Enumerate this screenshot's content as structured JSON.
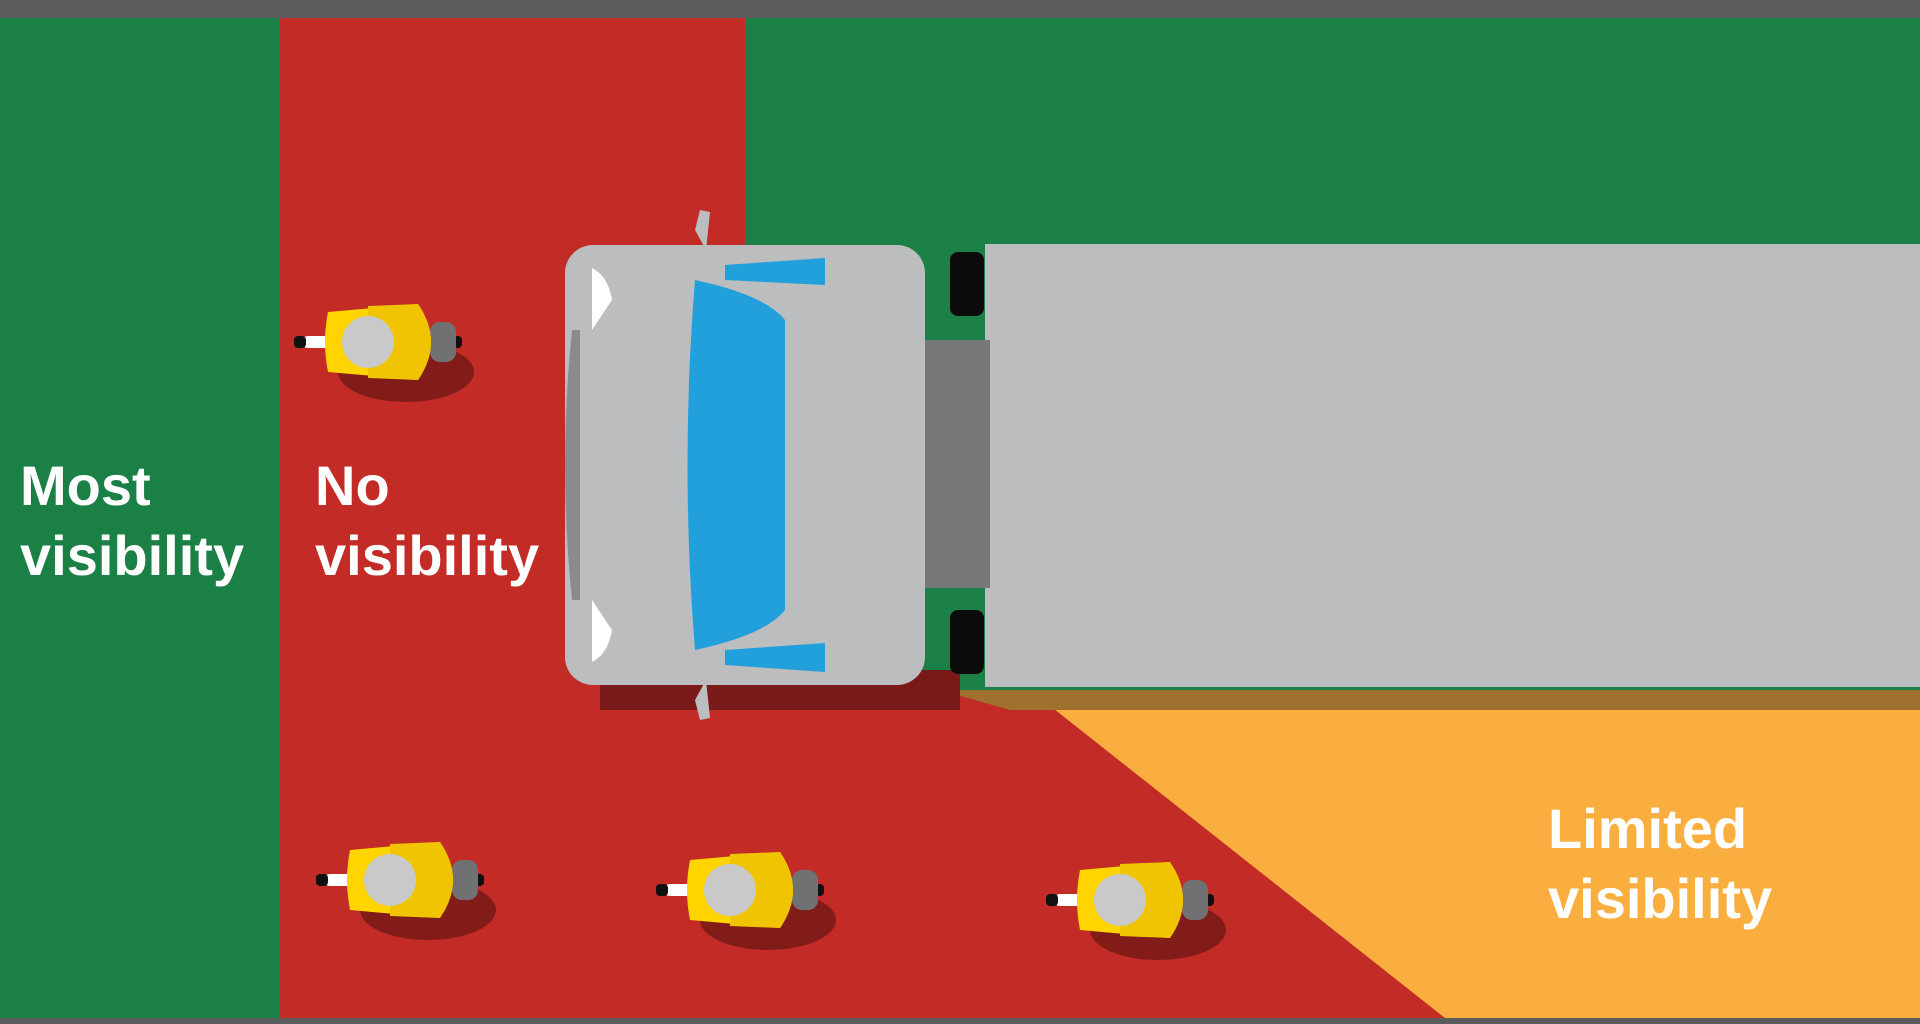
{
  "zones": {
    "most": {
      "line1": "Most",
      "line2": "visibility",
      "color": "#1b8045"
    },
    "none": {
      "line1": "No",
      "line2": "visibility",
      "color": "#c22b26"
    },
    "limited": {
      "line1": "Limited",
      "line2": "visibility",
      "color": "#fbae40"
    }
  },
  "colors": {
    "frame": "#5a5c5e",
    "truck_body": "#bcbdbf",
    "truck_chassis": "#767779",
    "windshield": "#22a0db",
    "wheel": "#0b0b0b",
    "cyclist_jacket": "#ffd400",
    "cyclist_helmet": "#c9c9c9"
  },
  "icons": [
    "lorry-top-view-icon",
    "cyclist-top-view-icon"
  ],
  "cyclists_count": 4
}
